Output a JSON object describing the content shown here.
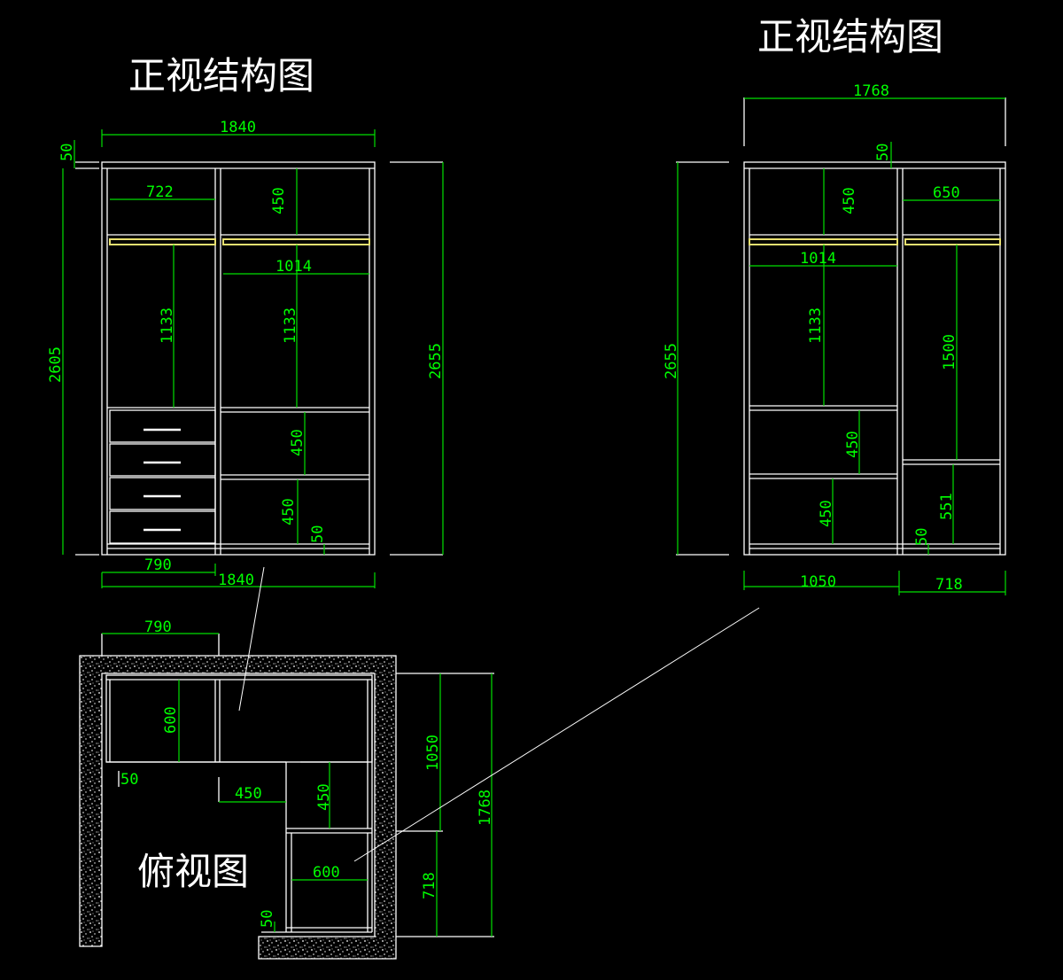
{
  "titles": {
    "front_left": "正视结构图",
    "front_right": "正视结构图",
    "top_view": "俯视图"
  },
  "left_front": {
    "width_top": "1840",
    "top_panel": "50",
    "height_left": "2605",
    "height_right": "2655",
    "top_shelf_left": "722",
    "top_shelf_right": "450",
    "right_width": "1014",
    "hang_left": "1133",
    "hang_right": "1133",
    "shelf_mid": "450",
    "shelf_low": "450",
    "base": "50",
    "bottom_left": "790",
    "width_bottom": "1840"
  },
  "right_front": {
    "width_top": "1768",
    "top_panel": "50",
    "height": "2655",
    "top_shelf": "450",
    "right_top": "650",
    "left_width": "1014",
    "hang_left": "1133",
    "hang_right": "1500",
    "shelf_mid": "450",
    "shelf_low": "450",
    "base": "50",
    "right_low": "551",
    "bottom_left": "1050",
    "bottom_right": "718"
  },
  "top_view": {
    "width_top": "790",
    "depth_left": "600",
    "panel": "50",
    "depth_mid": "450",
    "depth_right": "450",
    "depth_bottom": "600",
    "base": "50",
    "right_upper": "1050",
    "right_total": "1768",
    "right_lower": "718"
  },
  "colors": {
    "background": "#000000",
    "lines": "#ffffff",
    "dimensions": "#00ff00",
    "rod": "#e8e070"
  }
}
